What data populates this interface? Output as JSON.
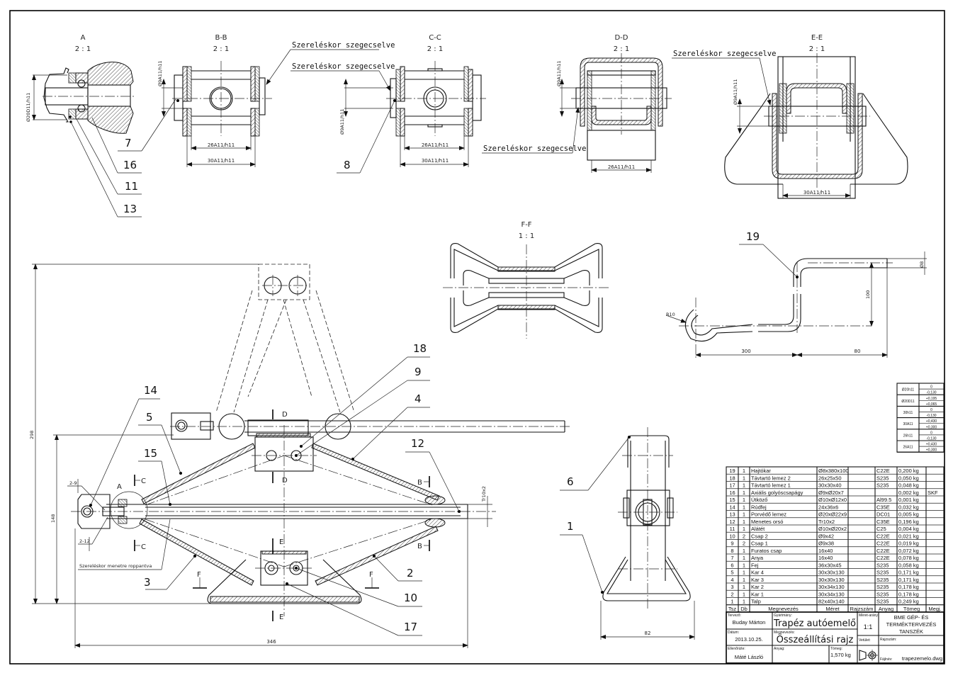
{
  "drawing": {
    "views": {
      "a": {
        "title": "A",
        "scale": "2 : 1",
        "dim_dia": "Ø20D11/h11"
      },
      "bb": {
        "title": "B-B",
        "scale": "2 : 1",
        "dim_dia": "Ø9A11/h11",
        "dim_inner": "26A11/h11",
        "dim_outer": "30A11/h11"
      },
      "cc": {
        "title": "C-C",
        "scale": "2 : 1",
        "dim_dia": "Ø9A11/h11",
        "dim_inner": "26A11/h11",
        "dim_outer": "30A11/h11"
      },
      "dd": {
        "title": "D-D",
        "scale": "2 : 1",
        "dim_dia": "Ø9A11/h11",
        "dim_inner": "26A11/h11"
      },
      "ee": {
        "title": "E-E",
        "scale": "2 : 1",
        "dim_dia": "Ø9A11/h11",
        "dim_outer": "30A11/h11"
      },
      "ff": {
        "title": "F-F",
        "scale": "1 : 1"
      },
      "crank": {
        "dim_radius": "R10",
        "dim_dia": "Ø8",
        "dim_height": "100",
        "dim_len1": "300",
        "dim_len2": "80"
      },
      "side": {
        "dim_width": "82"
      },
      "main": {
        "dim_total_height": "298",
        "dim_height": "148",
        "dim_length": "346",
        "dim_thread": "Tr10x2",
        "weld1": "2-9",
        "weld2": "2-12"
      }
    },
    "notes": {
      "riveted": "Szereléskor szegecselve",
      "staked": "Szereléskor menetre roppantva"
    },
    "section_marks": {
      "a": "A",
      "b": "B",
      "c": "C",
      "d": "D",
      "e": "E",
      "f": "F"
    },
    "balloons": {
      "b1": "1",
      "b2": "2",
      "b3": "3",
      "b4": "4",
      "b5": "5",
      "b6": "6",
      "b7": "7",
      "b8": "8",
      "b9": "9",
      "b10": "10",
      "b11": "11",
      "b12": "12",
      "b13": "13",
      "b14": "14",
      "b15": "15",
      "b16": "16",
      "b17": "17",
      "b18": "18",
      "b19": "19"
    }
  },
  "tolerance_table": [
    {
      "fit": "Ø20h11",
      "upper": "0",
      "lower": "-0,130"
    },
    {
      "fit": "Ø20D11",
      "upper": "+0,195",
      "lower": "+0,065"
    },
    {
      "fit": "30h11",
      "upper": "0",
      "lower": "-0,130"
    },
    {
      "fit": "30A11",
      "upper": "+0,430",
      "lower": "+0,300"
    },
    {
      "fit": "26h11",
      "upper": "0",
      "lower": "-0,130"
    },
    {
      "fit": "26A11",
      "upper": "+0,430",
      "lower": "+0,300"
    }
  ],
  "parts_list": {
    "headers": {
      "no": "Tsz",
      "qty": "Db",
      "name": "Megnevezés",
      "size": "Méret",
      "drawing": "Rajzszám",
      "material": "Anyag",
      "mass": "Tömeg",
      "note": "Megj."
    },
    "rows": [
      {
        "no": "19",
        "qty": "1",
        "name": "Hajtókar",
        "size": "Ø8x380x100",
        "drawing": "",
        "material": "C22E",
        "mass": "0,200 kg",
        "note": ""
      },
      {
        "no": "18",
        "qty": "1",
        "name": "Távtartó lemez 2",
        "size": "26x25x50",
        "drawing": "",
        "material": "S235",
        "mass": "0,050 kg",
        "note": ""
      },
      {
        "no": "17",
        "qty": "1",
        "name": "Távtartó lemez 1",
        "size": "30x30x40",
        "drawing": "",
        "material": "S235",
        "mass": "0,048 kg",
        "note": ""
      },
      {
        "no": "16",
        "qty": "1",
        "name": "Axiális golyóscsapágy",
        "size": "Ø9xØ20x7",
        "drawing": "",
        "material": "",
        "mass": "0,002 kg",
        "note": "SKF"
      },
      {
        "no": "15",
        "qty": "1",
        "name": "Ütköző",
        "size": "Ø10xØ12x0",
        "drawing": "",
        "material": "Al99.5",
        "mass": "0,001 kg",
        "note": ""
      },
      {
        "no": "14",
        "qty": "1",
        "name": "Rúdfej",
        "size": "24x36x6",
        "drawing": "",
        "material": "C35E",
        "mass": "0,032 kg",
        "note": ""
      },
      {
        "no": "13",
        "qty": "1",
        "name": "Porvédő lemez",
        "size": "Ø20xØ22x9",
        "drawing": "",
        "material": "DC01",
        "mass": "0,005 kg",
        "note": ""
      },
      {
        "no": "12",
        "qty": "1",
        "name": "Menetes orsó",
        "size": "Tr10x2",
        "drawing": "",
        "material": "C35E",
        "mass": "0,196 kg",
        "note": ""
      },
      {
        "no": "11",
        "qty": "1",
        "name": "Alátét",
        "size": "Ø10xØ20x2",
        "drawing": "",
        "material": "C25",
        "mass": "0,004 kg",
        "note": ""
      },
      {
        "no": "10",
        "qty": "2",
        "name": "Csap 2",
        "size": "Ø9x42",
        "drawing": "",
        "material": "C22E",
        "mass": "0,021 kg",
        "note": ""
      },
      {
        "no": "9",
        "qty": "2",
        "name": "Csap 1",
        "size": "Ø9x38",
        "drawing": "",
        "material": "C22E",
        "mass": "0,019 kg",
        "note": ""
      },
      {
        "no": "8",
        "qty": "1",
        "name": "Furatos csap",
        "size": "16x40",
        "drawing": "",
        "material": "C22E",
        "mass": "0,072 kg",
        "note": ""
      },
      {
        "no": "7",
        "qty": "1",
        "name": "Anya",
        "size": "16x40",
        "drawing": "",
        "material": "C22E",
        "mass": "0,078 kg",
        "note": ""
      },
      {
        "no": "6",
        "qty": "1",
        "name": "Fej",
        "size": "36x30x45",
        "drawing": "",
        "material": "S235",
        "mass": "0,058 kg",
        "note": ""
      },
      {
        "no": "5",
        "qty": "1",
        "name": "Kar 4",
        "size": "30x30x130",
        "drawing": "",
        "material": "S235",
        "mass": "0,171 kg",
        "note": ""
      },
      {
        "no": "4",
        "qty": "1",
        "name": "Kar 3",
        "size": "30x30x130",
        "drawing": "",
        "material": "S235",
        "mass": "0,171 kg",
        "note": ""
      },
      {
        "no": "3",
        "qty": "1",
        "name": "Kar 2",
        "size": "30x34x130",
        "drawing": "",
        "material": "S235",
        "mass": "0,178 kg",
        "note": ""
      },
      {
        "no": "2",
        "qty": "1",
        "name": "Kar 1",
        "size": "30x34x130",
        "drawing": "",
        "material": "S235",
        "mass": "0,178 kg",
        "note": ""
      },
      {
        "no": "1",
        "qty": "1",
        "name": "Talp",
        "size": "82x40x140",
        "drawing": "",
        "material": "S235",
        "mass": "0,249 kg",
        "note": ""
      }
    ]
  },
  "title_block": {
    "designer_label": "Tervező:",
    "designer": "Buday Márton",
    "product_label": "Gyártmány:",
    "product": "Trapéz autóemelő",
    "scale_label": "Méret-arány:",
    "scale": "1:1",
    "org_line1": "BME GÉP- ÉS",
    "org_line2": "TERMÉKTERVEZÉS",
    "org_line3": "TANSZÉK",
    "date_label": "Dátum:",
    "date": "2013.10.25.",
    "name_label": "Megnevezés:",
    "name": "Összeállítási rajz",
    "projection_label": "Vetület:",
    "drawing_no_label": "Rajzszám:",
    "checker_label": "Ellenőrizte:",
    "checker": "Máté László",
    "material_label": "Anyag:",
    "mass_label": "Tömeg:",
    "mass": "1,570 kg",
    "file_label": "Fájlnév:",
    "file": "trapezemelo.dwg"
  }
}
